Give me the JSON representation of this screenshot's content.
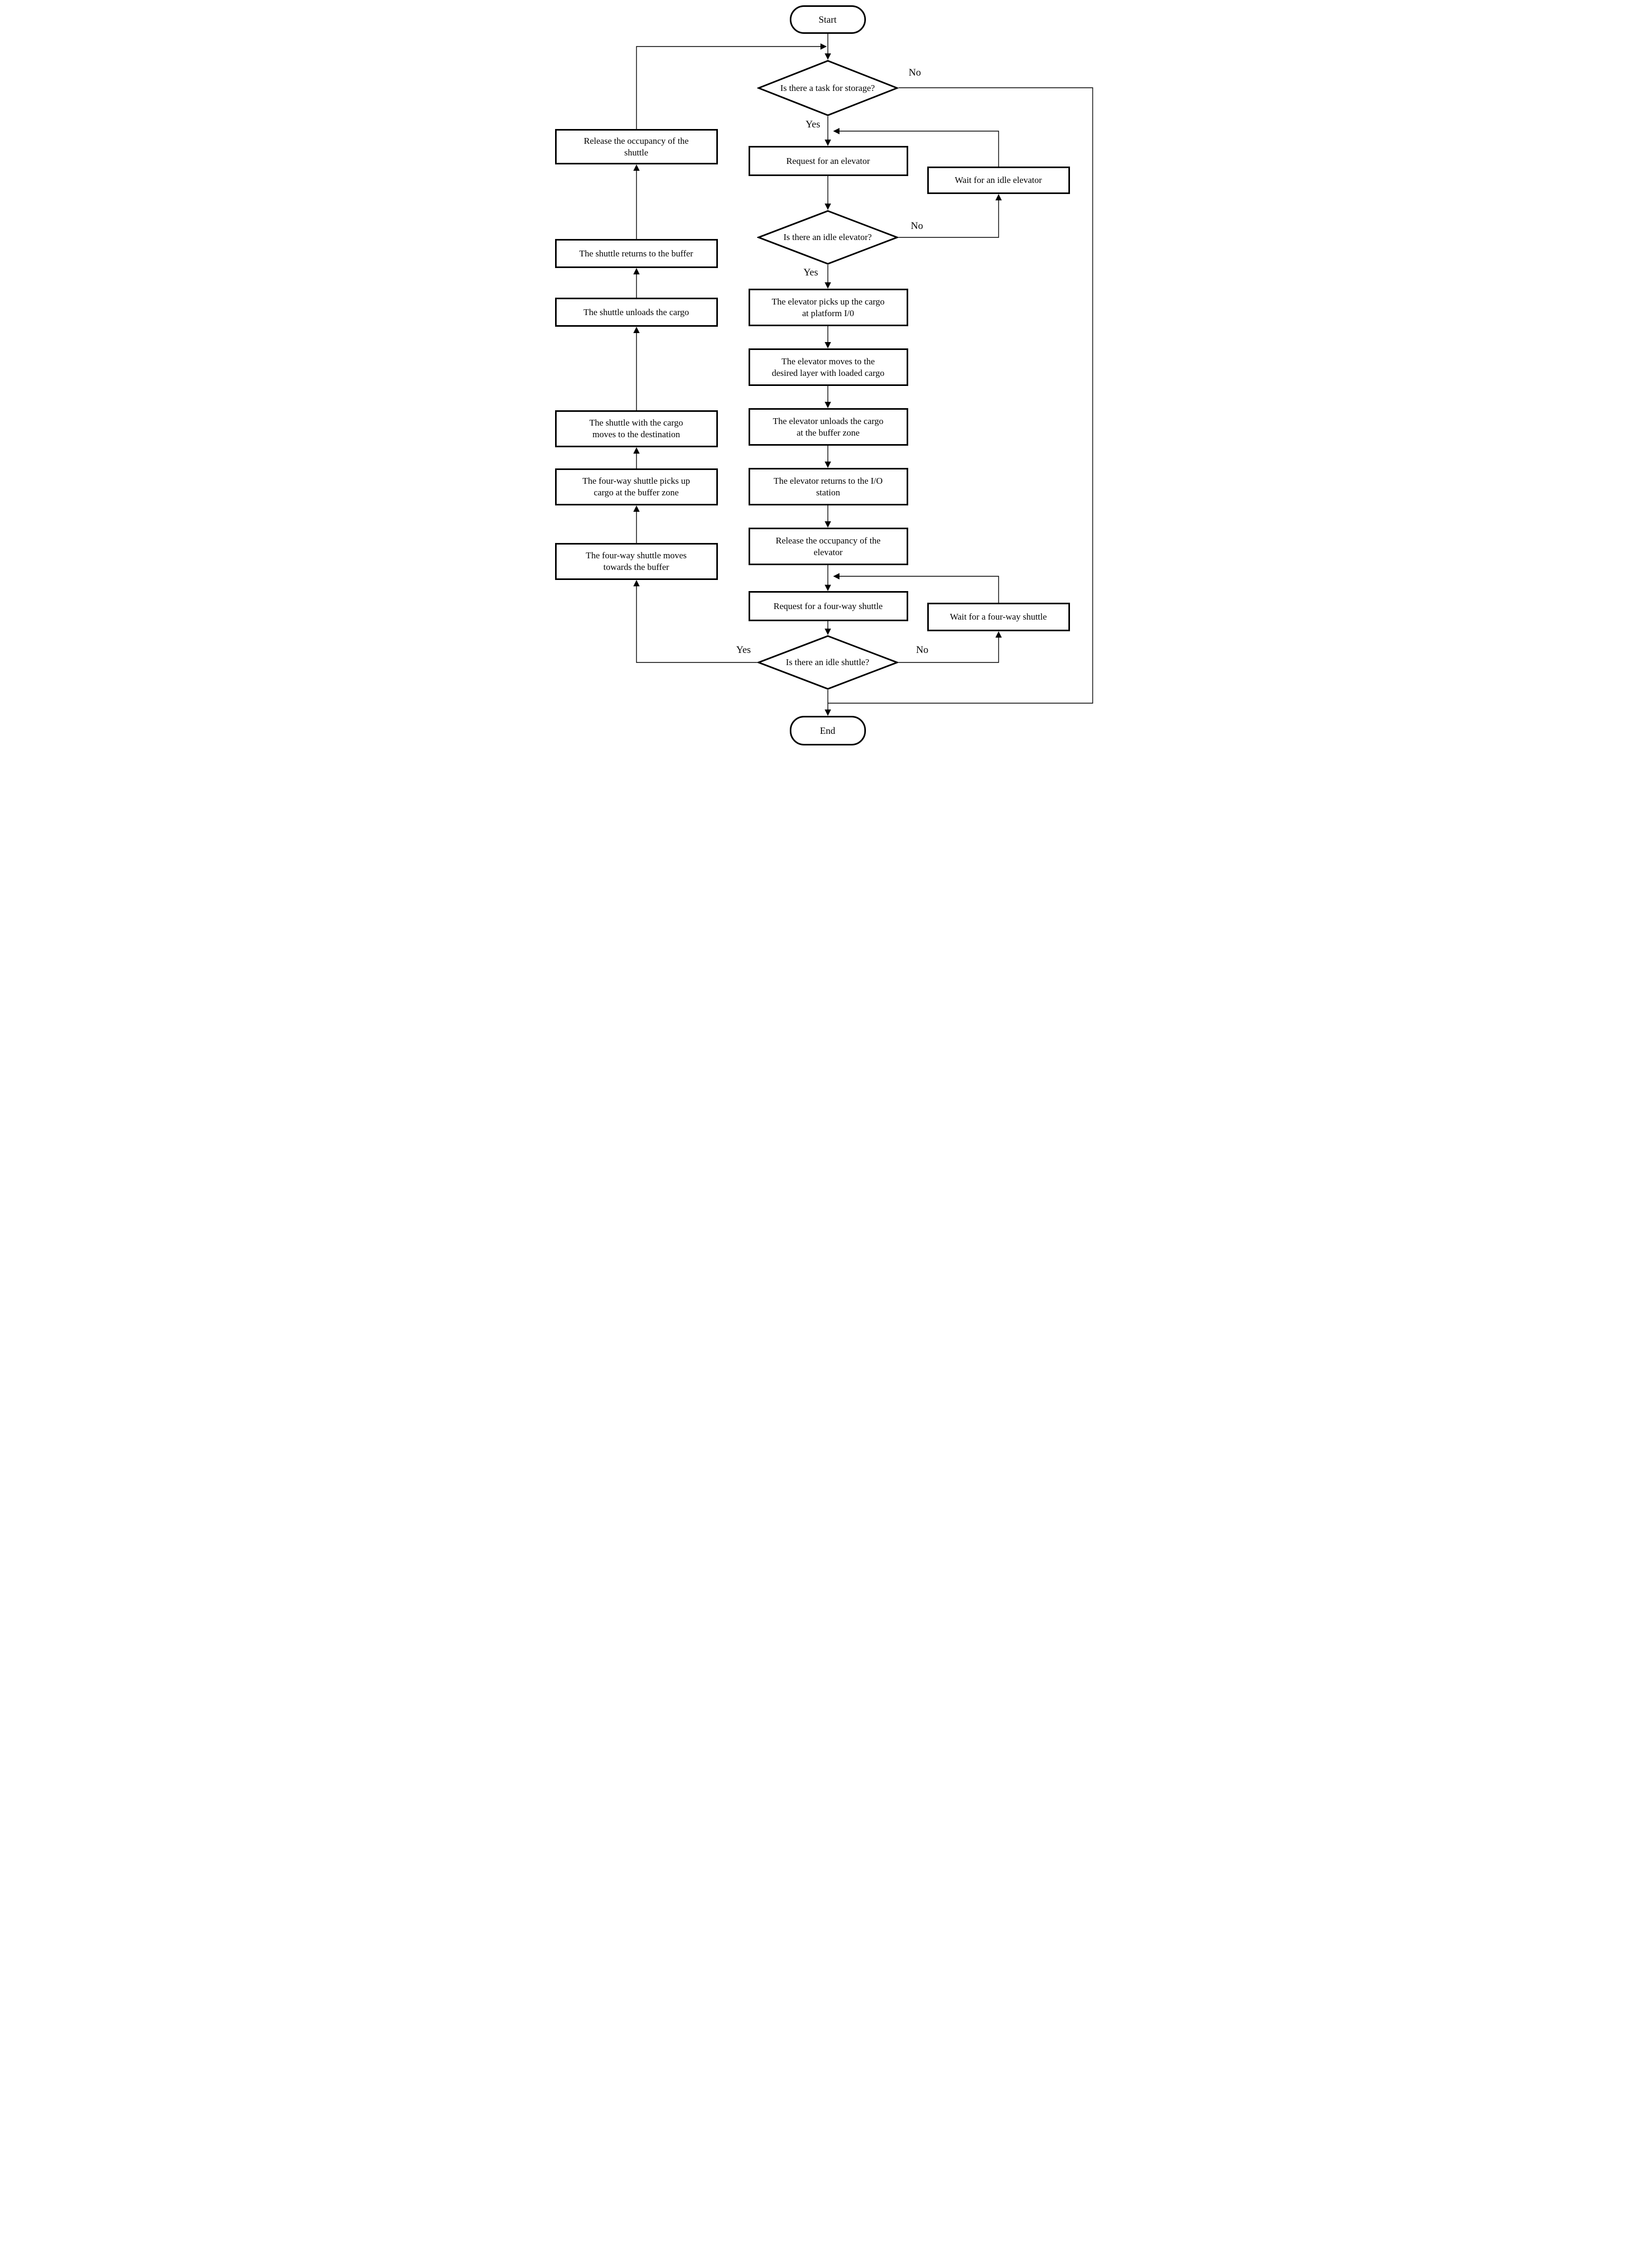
{
  "labels": {
    "yes": "Yes",
    "no": "No"
  },
  "nodes": {
    "start": "Start",
    "d1": "Is there a task for storage?",
    "request_elevator": "Request for an elevator",
    "wait_elevator": "Wait for an idle elevator",
    "d2": "Is there an idle elevator?",
    "b1": "The elevator picks up the cargo\nat platform I/0",
    "b2": "The elevator moves to the\ndesired layer with loaded cargo",
    "b3": "The elevator unloads the cargo\nat the buffer zone",
    "b4": "The elevator returns to the I/O\nstation",
    "b5": "Release the occupancy of the\nelevator",
    "request_shuttle": "Request for a four-way shuttle",
    "wait_shuttle": "Wait for a four-way shuttle",
    "d3": "Is there an idle shuttle?",
    "l1": "Release the occupancy of the\nshuttle",
    "l2": "The shuttle returns to the buffer",
    "l3": "The shuttle unloads the cargo",
    "l4": "The shuttle with the cargo\nmoves to the destination",
    "l5": "The four-way shuttle picks up\ncargo at the buffer zone",
    "l6": "The four-way shuttle moves\ntowards the buffer",
    "end": "End"
  },
  "colors": {
    "stroke": "#000000",
    "background": "#ffffff"
  }
}
